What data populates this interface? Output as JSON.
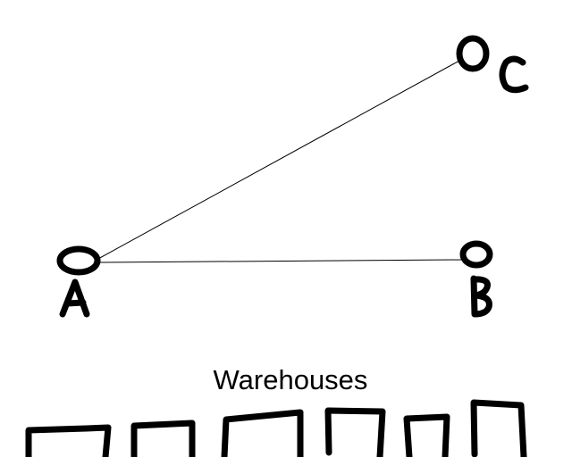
{
  "nodes": [
    {
      "id": "A",
      "label": "A"
    },
    {
      "id": "B",
      "label": "B"
    },
    {
      "id": "C",
      "label": "C"
    }
  ],
  "edges": [
    {
      "from": "A",
      "to": "C"
    },
    {
      "from": "A",
      "to": "B"
    }
  ],
  "warehouses": {
    "title": "Warehouses",
    "count": 6
  }
}
